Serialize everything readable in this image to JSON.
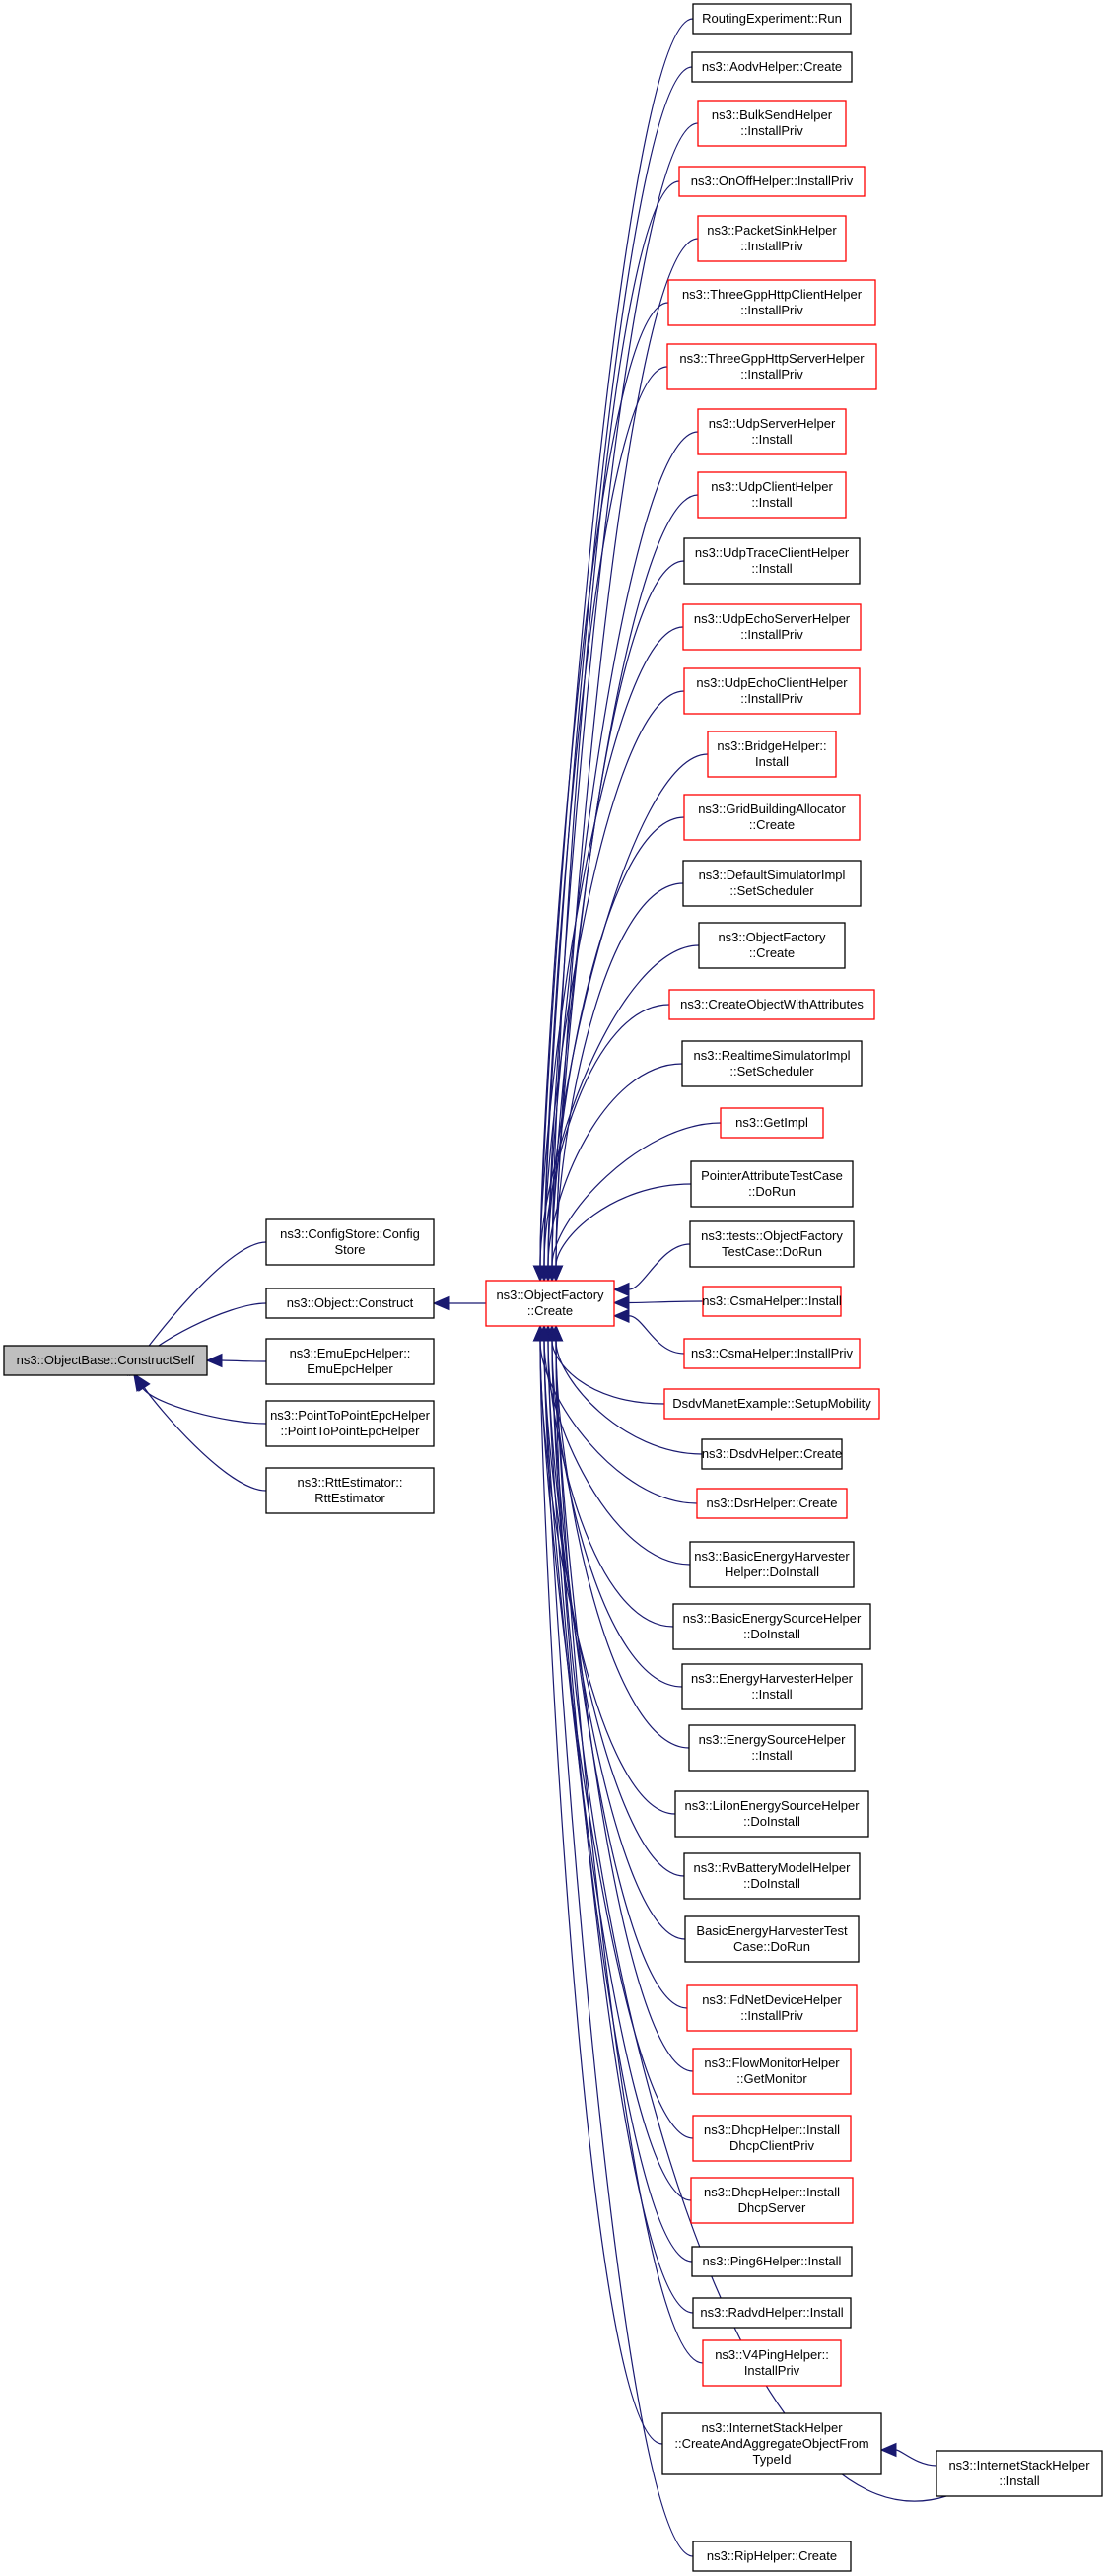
{
  "colors": {
    "edge": "#191970",
    "node_border_black": "#000000",
    "node_border_red": "#ff0000",
    "node_fill": "#ffffff",
    "root_fill": "#bfbfbf",
    "text": "#000000"
  },
  "root": {
    "lines": [
      "ns3::ObjectBase::ConstructSelf"
    ]
  },
  "construct_callers": [
    {
      "id": "configstore",
      "lines": [
        "ns3::ConfigStore::Config",
        "Store"
      ],
      "border": "black"
    },
    {
      "id": "object-construct",
      "lines": [
        "ns3::Object::Construct"
      ],
      "border": "black"
    },
    {
      "id": "emuepchelper",
      "lines": [
        "ns3::EmuEpcHelper::",
        "EmuEpcHelper"
      ],
      "border": "black"
    },
    {
      "id": "p2pepchelper",
      "lines": [
        "ns3::PointToPointEpcHelper",
        "::PointToPointEpcHelper"
      ],
      "border": "black"
    },
    {
      "id": "rttestimator",
      "lines": [
        "ns3::RttEstimator::",
        "RttEstimator"
      ],
      "border": "black"
    }
  ],
  "factory": {
    "lines": [
      "ns3::ObjectFactory",
      "::Create"
    ],
    "border": "red"
  },
  "factory_callers": [
    {
      "lines": [
        "RoutingExperiment::Run"
      ],
      "border": "black"
    },
    {
      "lines": [
        "ns3::AodvHelper::Create"
      ],
      "border": "black"
    },
    {
      "lines": [
        "ns3::BulkSendHelper",
        "::InstallPriv"
      ],
      "border": "red"
    },
    {
      "lines": [
        "ns3::OnOffHelper::InstallPriv"
      ],
      "border": "red"
    },
    {
      "lines": [
        "ns3::PacketSinkHelper",
        "::InstallPriv"
      ],
      "border": "red"
    },
    {
      "lines": [
        "ns3::ThreeGppHttpClientHelper",
        "::InstallPriv"
      ],
      "border": "red"
    },
    {
      "lines": [
        "ns3::ThreeGppHttpServerHelper",
        "::InstallPriv"
      ],
      "border": "red"
    },
    {
      "lines": [
        "ns3::UdpServerHelper",
        "::Install"
      ],
      "border": "red"
    },
    {
      "lines": [
        "ns3::UdpClientHelper",
        "::Install"
      ],
      "border": "red"
    },
    {
      "lines": [
        "ns3::UdpTraceClientHelper",
        "::Install"
      ],
      "border": "black"
    },
    {
      "lines": [
        "ns3::UdpEchoServerHelper",
        "::InstallPriv"
      ],
      "border": "red"
    },
    {
      "lines": [
        "ns3::UdpEchoClientHelper",
        "::InstallPriv"
      ],
      "border": "red"
    },
    {
      "lines": [
        "ns3::BridgeHelper::",
        "Install"
      ],
      "border": "red"
    },
    {
      "lines": [
        "ns3::GridBuildingAllocator",
        "::Create"
      ],
      "border": "red"
    },
    {
      "lines": [
        "ns3::DefaultSimulatorImpl",
        "::SetScheduler"
      ],
      "border": "black"
    },
    {
      "lines": [
        "ns3::ObjectFactory",
        "::Create"
      ],
      "border": "black"
    },
    {
      "lines": [
        "ns3::CreateObjectWithAttributes"
      ],
      "border": "red"
    },
    {
      "lines": [
        "ns3::RealtimeSimulatorImpl",
        "::SetScheduler"
      ],
      "border": "black"
    },
    {
      "lines": [
        "ns3::GetImpl"
      ],
      "border": "red"
    },
    {
      "lines": [
        "PointerAttributeTestCase",
        "::DoRun"
      ],
      "border": "black"
    },
    {
      "lines": [
        "ns3::tests::ObjectFactory",
        "TestCase::DoRun"
      ],
      "border": "black"
    },
    {
      "lines": [
        "ns3::CsmaHelper::Install"
      ],
      "border": "red"
    },
    {
      "lines": [
        "ns3::CsmaHelper::InstallPriv"
      ],
      "border": "red"
    },
    {
      "lines": [
        "DsdvManetExample::SetupMobility"
      ],
      "border": "red"
    },
    {
      "lines": [
        "ns3::DsdvHelper::Create"
      ],
      "border": "black"
    },
    {
      "lines": [
        "ns3::DsrHelper::Create"
      ],
      "border": "red"
    },
    {
      "lines": [
        "ns3::BasicEnergyHarvester",
        "Helper::DoInstall"
      ],
      "border": "black"
    },
    {
      "lines": [
        "ns3::BasicEnergySourceHelper",
        "::DoInstall"
      ],
      "border": "black"
    },
    {
      "lines": [
        "ns3::EnergyHarvesterHelper",
        "::Install"
      ],
      "border": "black"
    },
    {
      "lines": [
        "ns3::EnergySourceHelper",
        "::Install"
      ],
      "border": "black"
    },
    {
      "lines": [
        "ns3::LiIonEnergySourceHelper",
        "::DoInstall"
      ],
      "border": "black"
    },
    {
      "lines": [
        "ns3::RvBatteryModelHelper",
        "::DoInstall"
      ],
      "border": "black"
    },
    {
      "lines": [
        "BasicEnergyHarvesterTest",
        "Case::DoRun"
      ],
      "border": "black"
    },
    {
      "lines": [
        "ns3::FdNetDeviceHelper",
        "::InstallPriv"
      ],
      "border": "red"
    },
    {
      "lines": [
        "ns3::FlowMonitorHelper",
        "::GetMonitor"
      ],
      "border": "red"
    },
    {
      "lines": [
        "ns3::DhcpHelper::Install",
        "DhcpClientPriv"
      ],
      "border": "red"
    },
    {
      "lines": [
        "ns3::DhcpHelper::Install",
        "DhcpServer"
      ],
      "border": "red"
    },
    {
      "lines": [
        "ns3::Ping6Helper::Install"
      ],
      "border": "black"
    },
    {
      "lines": [
        "ns3::RadvdHelper::Install"
      ],
      "border": "black"
    },
    {
      "lines": [
        "ns3::V4PingHelper::",
        "InstallPriv"
      ],
      "border": "red"
    },
    {
      "lines": [
        "ns3::InternetStackHelper",
        "::CreateAndAggregateObjectFrom",
        "TypeId"
      ],
      "border": "black"
    },
    {
      "lines": [
        "ns3::RipHelper::Create"
      ],
      "border": "black"
    }
  ],
  "internet_install": {
    "lines": [
      "ns3::InternetStackHelper",
      "::Install"
    ],
    "border": "black"
  }
}
